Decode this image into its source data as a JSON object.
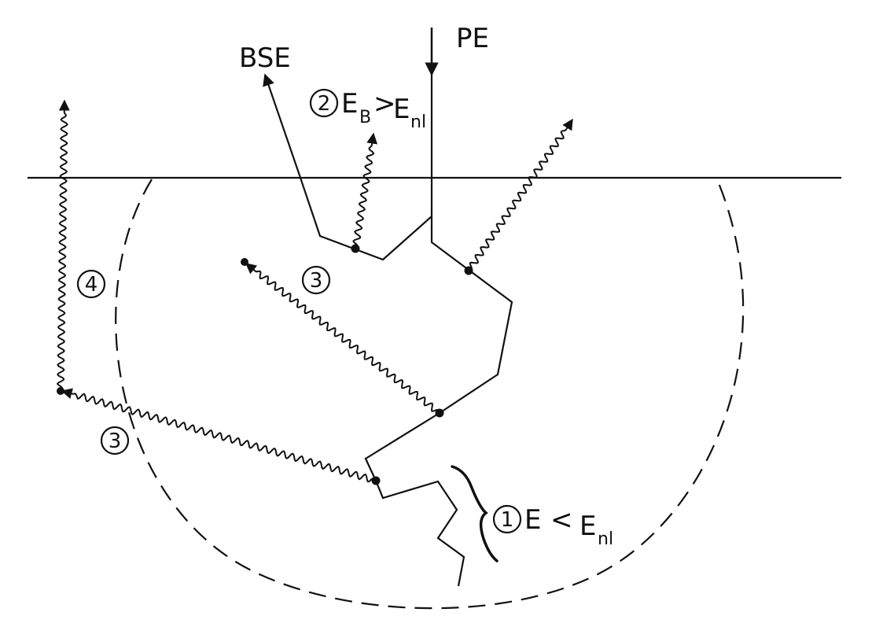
{
  "labels": {
    "pe": "PE",
    "bse": "BSE",
    "circle2": "2",
    "e_main_2": "E",
    "e_sub_b": "B",
    "gt": ">",
    "e_main_nl_2": "E",
    "e_sub_nl_2": "nl",
    "circle1": "1",
    "e_main_1": "E",
    "lt": "<",
    "e_main_nl_1": "E",
    "e_sub_nl_1": "nl",
    "circle3_inner": "3",
    "circle3_outer": "3",
    "circle4": "4"
  },
  "colors": {
    "ink": "#111111",
    "background": "#ffffff"
  }
}
